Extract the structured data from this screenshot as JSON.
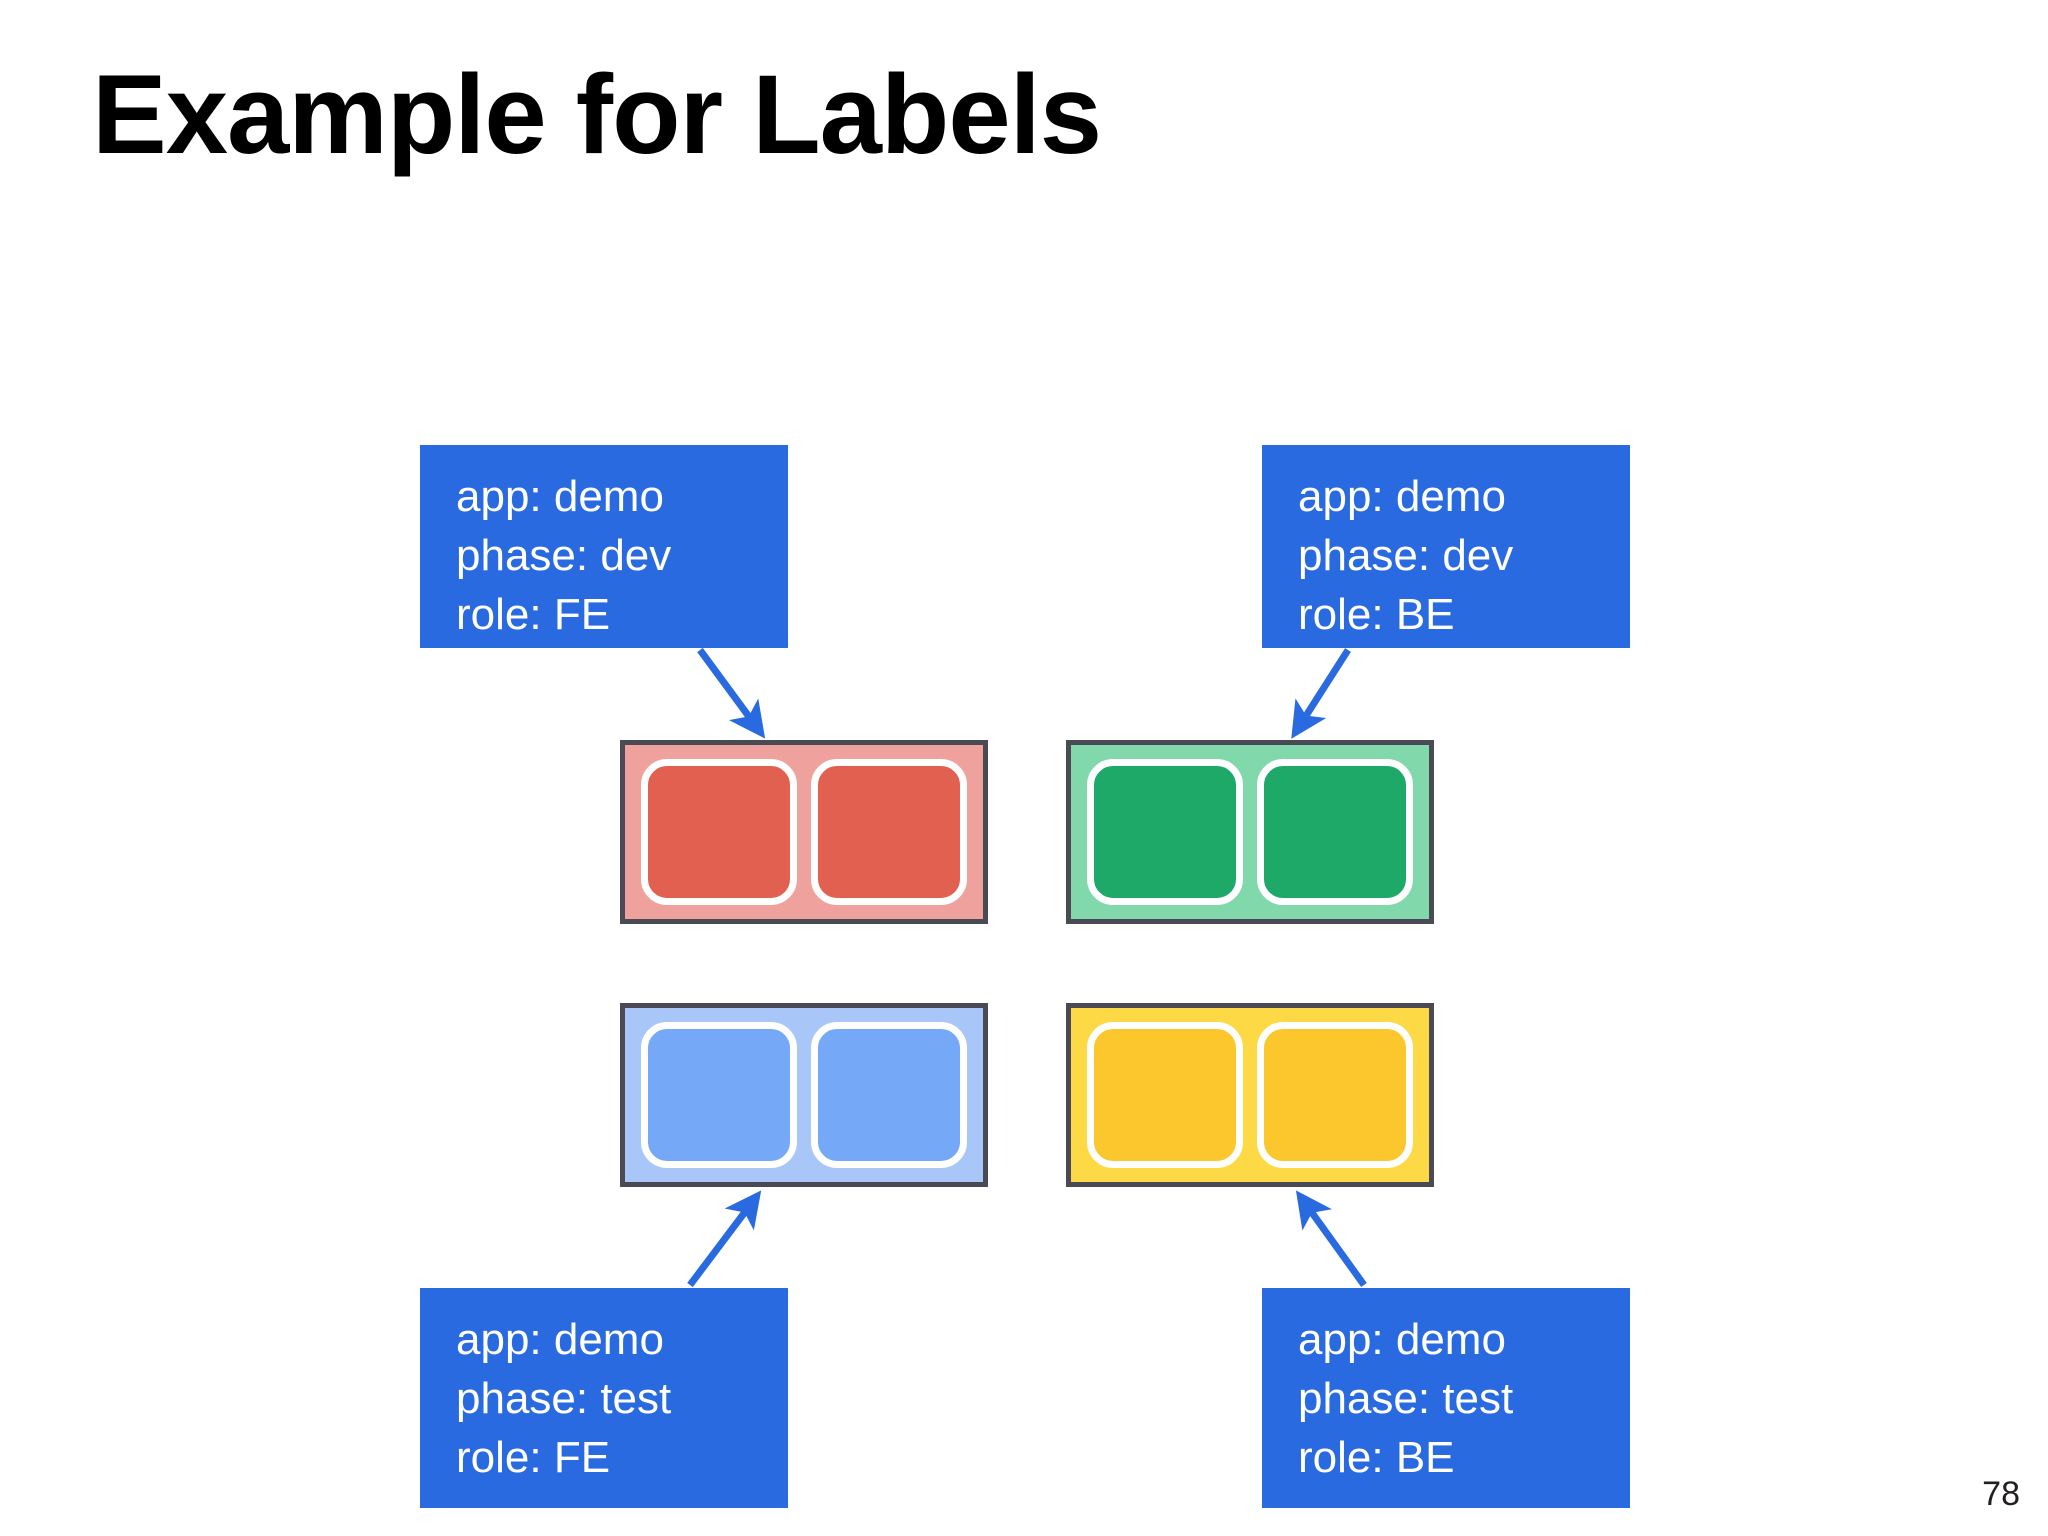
{
  "slide": {
    "title": "Example for Labels",
    "page_number": "78",
    "background_color": "#ffffff"
  },
  "colors": {
    "label_box": "#2a6ae1",
    "label_text": "#ffffff",
    "arrow": "#2a6ae1",
    "node_border": "#4a4a55",
    "pod_outline": "#ffffff",
    "red_node_bg": "#efa29d",
    "red_pod": "#e2604f",
    "green_node_bg": "#81d8ab",
    "green_pod": "#1fa968",
    "blue_node_bg": "#a8c6f8",
    "blue_pod": "#75a8f7",
    "yellow_node_bg": "#fcd945",
    "yellow_pod": "#fcc72c",
    "title_text": "#000000",
    "page_number_text": "#231f20"
  },
  "labels": [
    {
      "id": "dev-fe",
      "lines": [
        "app: demo",
        "phase: dev",
        "role: FE"
      ],
      "app": "demo",
      "phase": "dev",
      "role": "FE",
      "points_to": "red-node"
    },
    {
      "id": "dev-be",
      "lines": [
        "app: demo",
        "phase: dev",
        "role: BE"
      ],
      "app": "demo",
      "phase": "dev",
      "role": "BE",
      "points_to": "green-node"
    },
    {
      "id": "test-fe",
      "lines": [
        "app: demo",
        "phase: test",
        "role: FE"
      ],
      "app": "demo",
      "phase": "test",
      "role": "FE",
      "points_to": "blue-node"
    },
    {
      "id": "test-be",
      "lines": [
        "app: demo",
        "phase: test",
        "role: BE"
      ],
      "app": "demo",
      "phase": "test",
      "role": "BE",
      "points_to": "yellow-node"
    }
  ],
  "nodes": [
    {
      "id": "red-node",
      "pod_count": 2,
      "fill": "#efa29d",
      "pod_fill": "#e2604f"
    },
    {
      "id": "green-node",
      "pod_count": 2,
      "fill": "#81d8ab",
      "pod_fill": "#1fa968"
    },
    {
      "id": "blue-node",
      "pod_count": 2,
      "fill": "#a8c6f8",
      "pod_fill": "#75a8f7"
    },
    {
      "id": "yellow-node",
      "pod_count": 2,
      "fill": "#fcd945",
      "pod_fill": "#fcc72c"
    }
  ]
}
